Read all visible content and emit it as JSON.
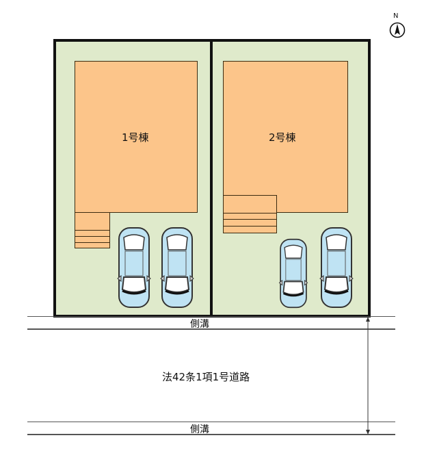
{
  "compass": {
    "label": "N",
    "icon": "north-arrow-icon"
  },
  "lots": [
    {
      "id": "lot-1",
      "building_label": "1号棟",
      "parking_spaces": 2
    },
    {
      "id": "lot-2",
      "building_label": "2号棟",
      "parking_spaces": 2
    }
  ],
  "road": {
    "label": "法42条1項1号道路",
    "top_gutter_label": "側溝",
    "bottom_gutter_label": "側溝"
  },
  "colors": {
    "lot_fill": "#dfeacb",
    "building_fill": "#fcc58a",
    "car_fill": "#bfe3f3",
    "border": "#111111"
  }
}
